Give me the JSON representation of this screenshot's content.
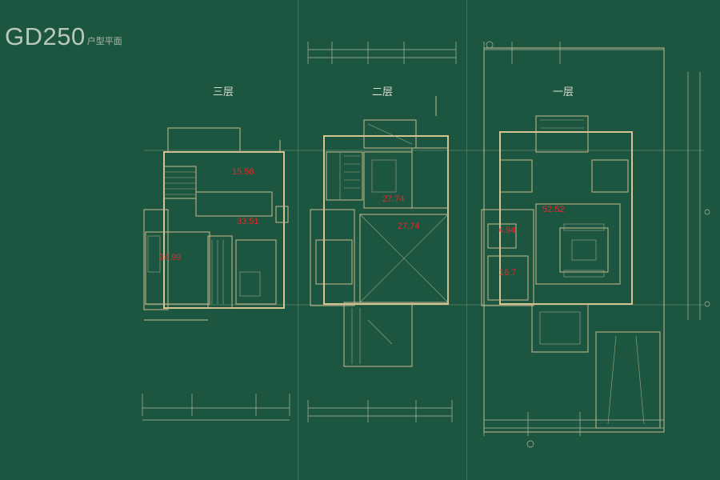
{
  "title": {
    "main": "GD250",
    "sub": "户型平面"
  },
  "floors": [
    {
      "label": "三层",
      "areas": [
        "15.58",
        "33.51",
        "24.99"
      ]
    },
    {
      "label": "二层",
      "areas": [
        "27.74",
        "27.74"
      ]
    },
    {
      "label": "一层",
      "areas": [
        "52.52",
        "4.94",
        "16.7"
      ]
    }
  ],
  "colors": {
    "background": "#1d5640",
    "plan_lines": "#c9b98c",
    "area_text": "#e8262a"
  }
}
